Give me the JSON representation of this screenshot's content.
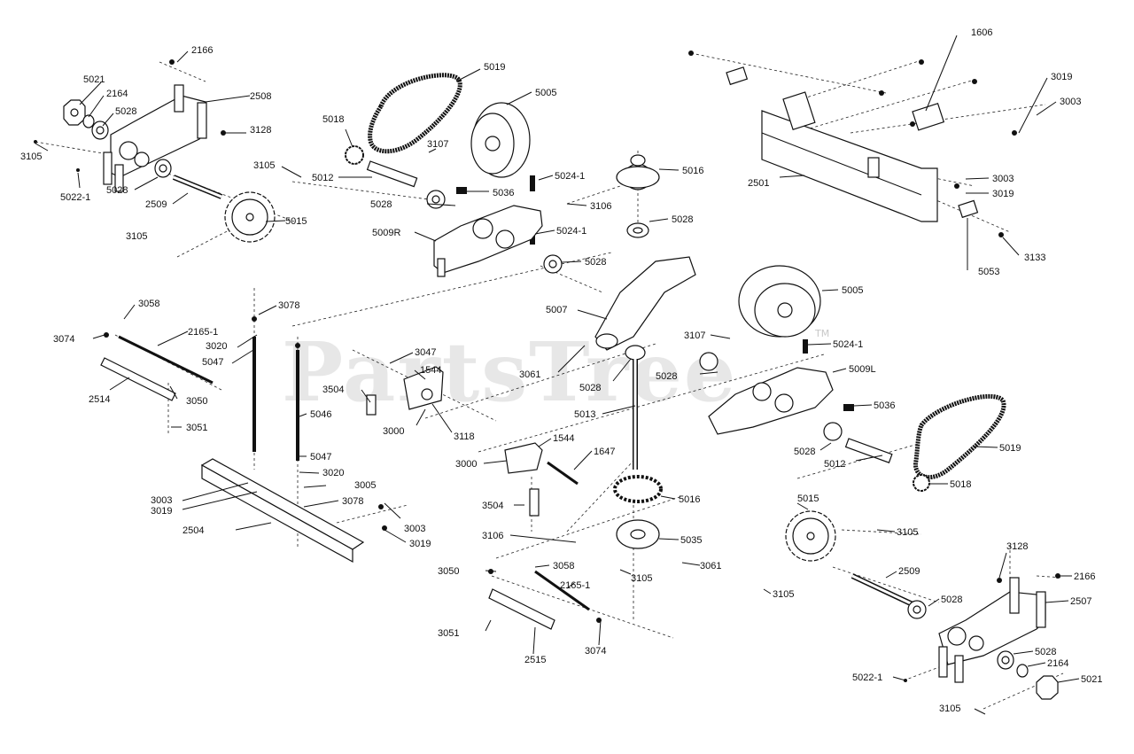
{
  "watermark": {
    "text": "PartsTree",
    "mark": "TM"
  },
  "labels": [
    "2166",
    "5021",
    "2164",
    "5028",
    "2508",
    "3128",
    "3105",
    "5022-1",
    "5028",
    "2509",
    "5015",
    "3105",
    "5019",
    "5005",
    "5018",
    "3107",
    "3105",
    "5012",
    "5024-1",
    "5016",
    "5028",
    "5036",
    "3106",
    "5009R",
    "5024-1",
    "5028",
    "5028",
    "1606",
    "3019",
    "3003",
    "2501",
    "3003",
    "3019",
    "5053",
    "3133",
    "3058",
    "3078",
    "3074",
    "2165-1",
    "3020",
    "5047",
    "2514",
    "3050",
    "3051",
    "5046",
    "5047",
    "3020",
    "3005",
    "3078",
    "3003",
    "3019",
    "2504",
    "3003",
    "3019",
    "3047",
    "1544",
    "3504",
    "3000",
    "3118",
    "5007",
    "3061",
    "5028",
    "5013",
    "1544",
    "3000",
    "1647",
    "3504",
    "5016",
    "5035",
    "3061",
    "3105",
    "3106",
    "3058",
    "3050",
    "2165-1",
    "3051",
    "2515",
    "3074",
    "5005",
    "3107",
    "5024-1",
    "5028",
    "5009L",
    "5036",
    "5028",
    "5012",
    "5019",
    "5018",
    "5015",
    "3105",
    "3105",
    "2509",
    "5028",
    "3128",
    "2166",
    "2507",
    "5028",
    "2164",
    "5022-1",
    "5021",
    "3105"
  ]
}
